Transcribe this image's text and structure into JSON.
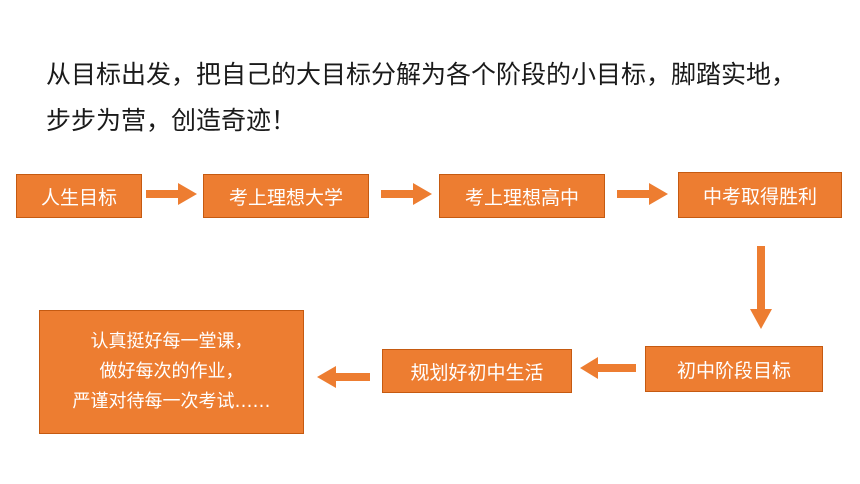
{
  "intro": {
    "line1": "从目标出发，把自己的大目标分解为各个阶段的小目标，脚踏实地，",
    "line2": "步步为营，创造奇迹！"
  },
  "flow": {
    "nodes": [
      {
        "id": "life-goal",
        "label": "人生目标"
      },
      {
        "id": "ideal-university",
        "label": "考上理想大学"
      },
      {
        "id": "ideal-high-school",
        "label": "考上理想高中"
      },
      {
        "id": "zhongkao-success",
        "label": "中考取得胜利"
      },
      {
        "id": "junior-stage-goal",
        "label": "初中阶段目标"
      },
      {
        "id": "plan-junior-life",
        "label": "规划好初中生活"
      },
      {
        "id": "daily-actions",
        "lines": [
          "认真挺好每一堂课，",
          "做好每次的作业，",
          "严谨对待每一次考试……"
        ]
      }
    ],
    "colors": {
      "box_fill": "#ED7D31",
      "box_border": "#C55A11",
      "box_text": "#FFFFFF",
      "arrow": "#ED7D31"
    }
  }
}
